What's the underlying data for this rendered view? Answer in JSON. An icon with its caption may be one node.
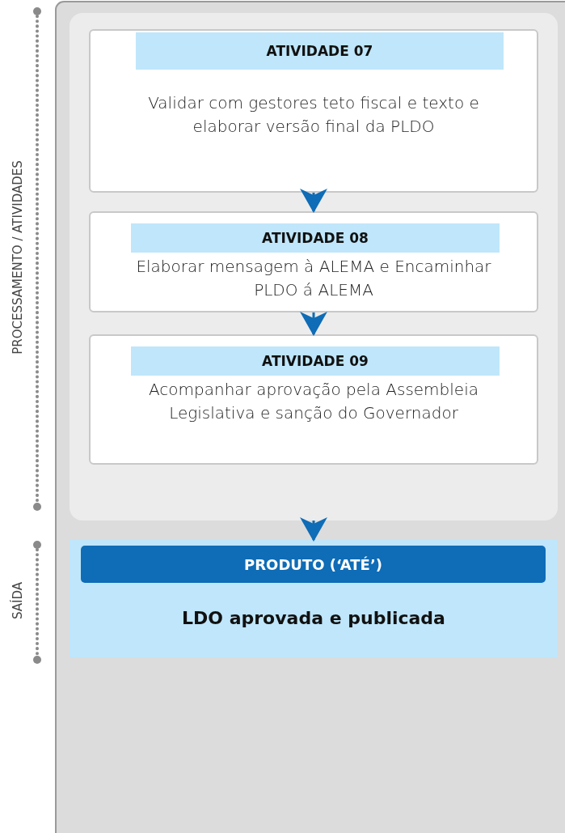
{
  "diagram": {
    "nodes": [
      {
        "text": [],
        "shape": "box"
      },
      {
        "text": [
          "ATIVIDADE 07",
          "Validar com gestores teto fiscal e texto e elaborar versão final da PLDO"
        ],
        "in": 0
      },
      {
        "text": [
          "ATIVIDADE 08",
          "Elaborar mensagem à ALEMA e Encaminhar PLDO á ALEMA"
        ],
        "in": 0
      },
      {
        "text": [
          "ATIVIDADE 09",
          "Acompanhar aprovação pela Assembleia Legislativa e sanção do Governador"
        ],
        "in": 0
      },
      {
        "text": [
          "PRODUTO (‘ATÉ’)",
          "LDO aprovada e publicada"
        ]
      }
    ],
    "edges": [
      {
        "from": 1,
        "to": 2,
        "arrow": "to"
      },
      {
        "from": 2,
        "to": 3,
        "arrow": "to"
      },
      {
        "from": 0,
        "to": 4,
        "arrow": "to"
      }
    ],
    "labels": [
      "PROCESSAMENTO / ATIVIDADES",
      "SAÍDA"
    ]
  }
}
